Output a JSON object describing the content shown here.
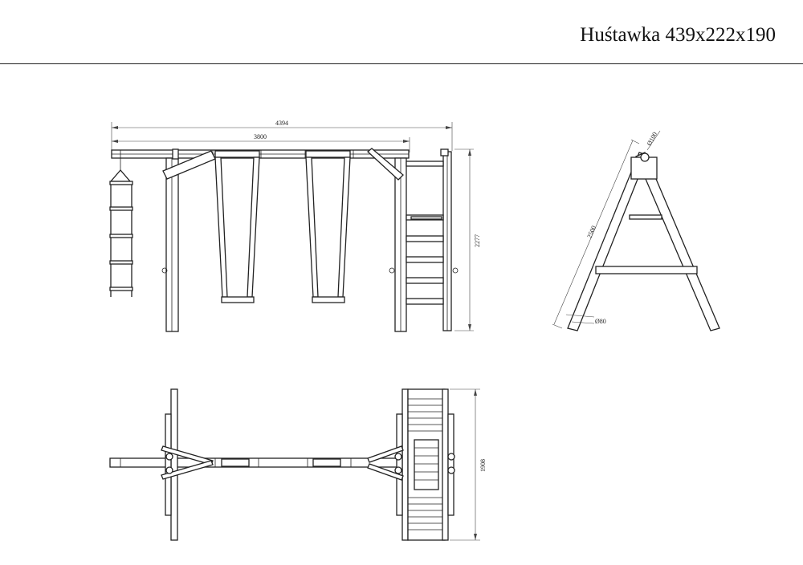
{
  "title": "Huśtawka 439x222x190",
  "dimensions": {
    "total_length": "4394",
    "beam_length": "3800",
    "height": "2277",
    "leg_length": "2500",
    "top_diameter": "Ø100",
    "leg_diameter": "Ø80",
    "depth": "1908"
  }
}
